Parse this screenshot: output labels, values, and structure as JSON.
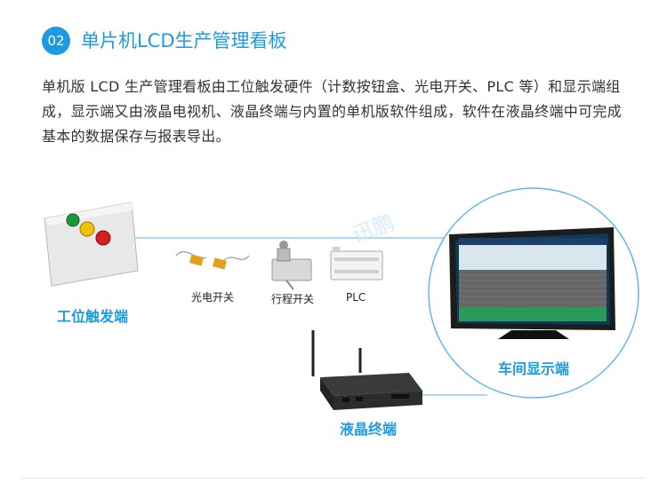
{
  "header": {
    "number": "02",
    "title": "单片机LCD生产管理看板"
  },
  "description": "单机版 LCD 生产管理看板由工位触发硬件（计数按钮盒、光电开关、PLC 等）和显示端组成，显示端又由液晶电视机、液晶终端与内置的单机版软件组成，软件在液晶终端中可完成基本的数据保存与报表导出。",
  "labels": {
    "trigger": "工位触发端",
    "photoelectric": "光电开关",
    "travel_switch": "行程开关",
    "plc": "PLC",
    "terminal": "液晶终端",
    "display": "车间显示端"
  },
  "watermark": "讯鹏",
  "colors": {
    "accent": "#1e9be0",
    "button_green": "#1a9a3a",
    "button_yellow": "#f2c200",
    "button_red": "#d42020"
  }
}
